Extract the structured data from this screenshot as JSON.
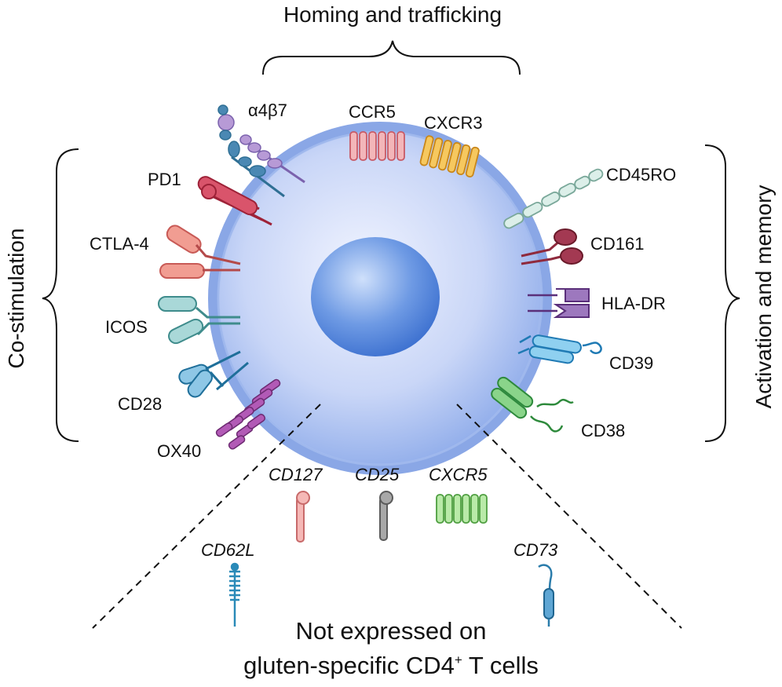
{
  "group_labels": {
    "top": "Homing and trafficking",
    "left": "Co-stimulation",
    "right": "Activation and memory"
  },
  "receptors": {
    "a4b7": "α4β7",
    "ccr5": "CCR5",
    "cxcr3": "CXCR3",
    "pd1": "PD1",
    "ctla4": "CTLA-4",
    "icos": "ICOS",
    "cd28": "CD28",
    "ox40": "OX40",
    "cd45ro": "CD45RO",
    "cd161": "CD161",
    "hladr": "HLA-DR",
    "cd39": "CD39",
    "cd38": "CD38"
  },
  "not_expressed": {
    "cd127": "CD127",
    "cd25": "CD25",
    "cxcr5": "CXCR5",
    "cd62l": "CD62L",
    "cd73": "CD73"
  },
  "caption": {
    "line1": "Not expressed on",
    "line2_main": "gluten-specific CD4",
    "line2_sup": "+",
    "line2_tail": " T cells"
  },
  "colors": {
    "cell": "#9db8ec",
    "nucleus": "#5f8ee0",
    "pd1": "#c63a52",
    "ctla4": "#e07c72",
    "icos": "#6fb5b5",
    "cd28": "#1f6f9a",
    "ox40": "#8a3a8f",
    "a4b7": "#a77fc4",
    "ccr5": "#e7838a",
    "cxcr3": "#e9a93a",
    "cd45ro": "#b9d8cf",
    "cd161": "#8f2a3d",
    "hladr": "#7b4f98",
    "cd39": "#2f95cf",
    "cd38": "#4aaa5a",
    "cd127": "#e79a98",
    "cd25": "#8a8a8a",
    "cxcr5": "#86d07a",
    "cd62l": "#2a8ab8",
    "cd73": "#2a7cab"
  }
}
